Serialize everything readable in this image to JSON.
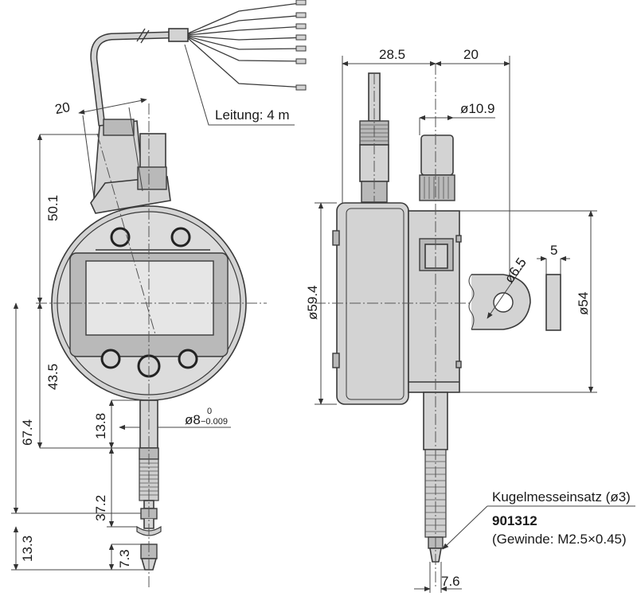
{
  "front_view": {
    "dim_connector_width": "20",
    "dim_connector_height": "50.1",
    "dim_lower_half": "43.5",
    "dim_total": "67.4",
    "dim_stem_length": "13.8",
    "dim_spindle": "37.2",
    "dim_tip_total": "13.3",
    "dim_tip": "7.3",
    "dim_stem_dia": "ø8",
    "dim_stem_tol_upper": "0",
    "dim_stem_tol_lower": "−0.009",
    "cable_label": "Leitung: 4 m"
  },
  "side_view": {
    "dim_offset_left": "28.5",
    "dim_offset_right": "20",
    "dim_cap_dia": "ø10.9",
    "dim_body_dia": "ø59.4",
    "dim_lug_hole": "ø6.5",
    "dim_lug_thickness": "5",
    "dim_lug_height": "ø54",
    "dim_tip_width": "7.6"
  },
  "contact_point": {
    "name": "Kugelmesseinsatz (ø3)",
    "part_number": "901312",
    "thread": "(Gewinde: M2.5×0.45)"
  }
}
